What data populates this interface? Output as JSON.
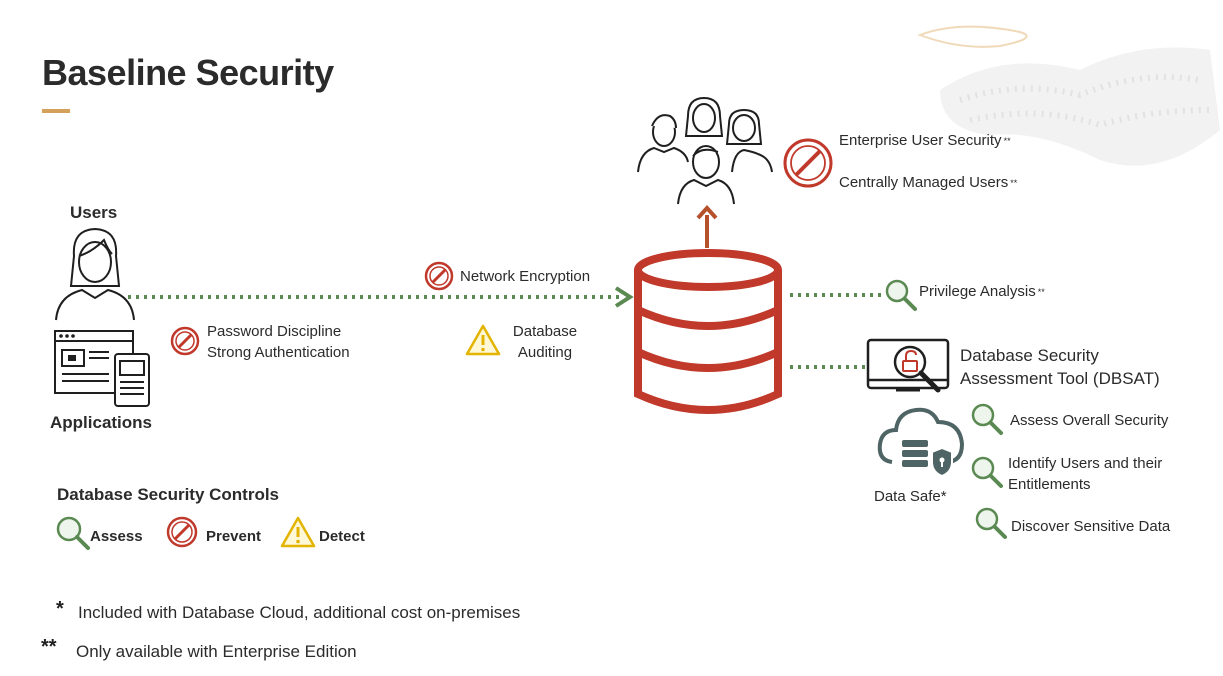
{
  "title": "Baseline Security",
  "colors": {
    "prevent": "#c0392b",
    "assess": "#5a8a52",
    "detect": "#e2b400",
    "database": "#c0392b",
    "accent": "#d4a05a",
    "dark": "#2b2b2b"
  },
  "left": {
    "users_label": "Users",
    "applications_label": "Applications",
    "password_discipline": "Password Discipline",
    "strong_authentication": "Strong Authentication"
  },
  "middle": {
    "network_encryption": "Network Encryption",
    "database_auditing_line1": "Database",
    "database_auditing_line2": "Auditing"
  },
  "top_right": {
    "enterprise_user_security": "Enterprise User Security",
    "enterprise_user_security_mark": "**",
    "centrally_managed_users": "Centrally Managed Users",
    "centrally_managed_users_mark": "**"
  },
  "right": {
    "privilege_analysis": "Privilege Analysis",
    "privilege_analysis_mark": "**",
    "dbsat_line1": "Database Security",
    "dbsat_line2": "Assessment Tool (DBSAT)",
    "data_safe": "Data Safe*",
    "assess_overall_security": "Assess Overall Security",
    "identify_users_line1": "Identify Users and their",
    "identify_users_line2": "Entitlements",
    "discover_sensitive_data": "Discover Sensitive Data"
  },
  "legend": {
    "title": "Database Security Controls",
    "assess": "Assess",
    "prevent": "Prevent",
    "detect": "Detect"
  },
  "footnotes": {
    "single_mark": "*",
    "single_text": "Included with Database Cloud, additional cost on-premises",
    "double_mark": "**",
    "double_text": "Only available with Enterprise Edition"
  },
  "icons": [
    "user-icon",
    "application-icon",
    "prevent-icon",
    "assess-icon",
    "detect-icon",
    "database-icon",
    "user-group-icon",
    "dbsat-monitor-icon",
    "data-safe-cloud-icon"
  ]
}
